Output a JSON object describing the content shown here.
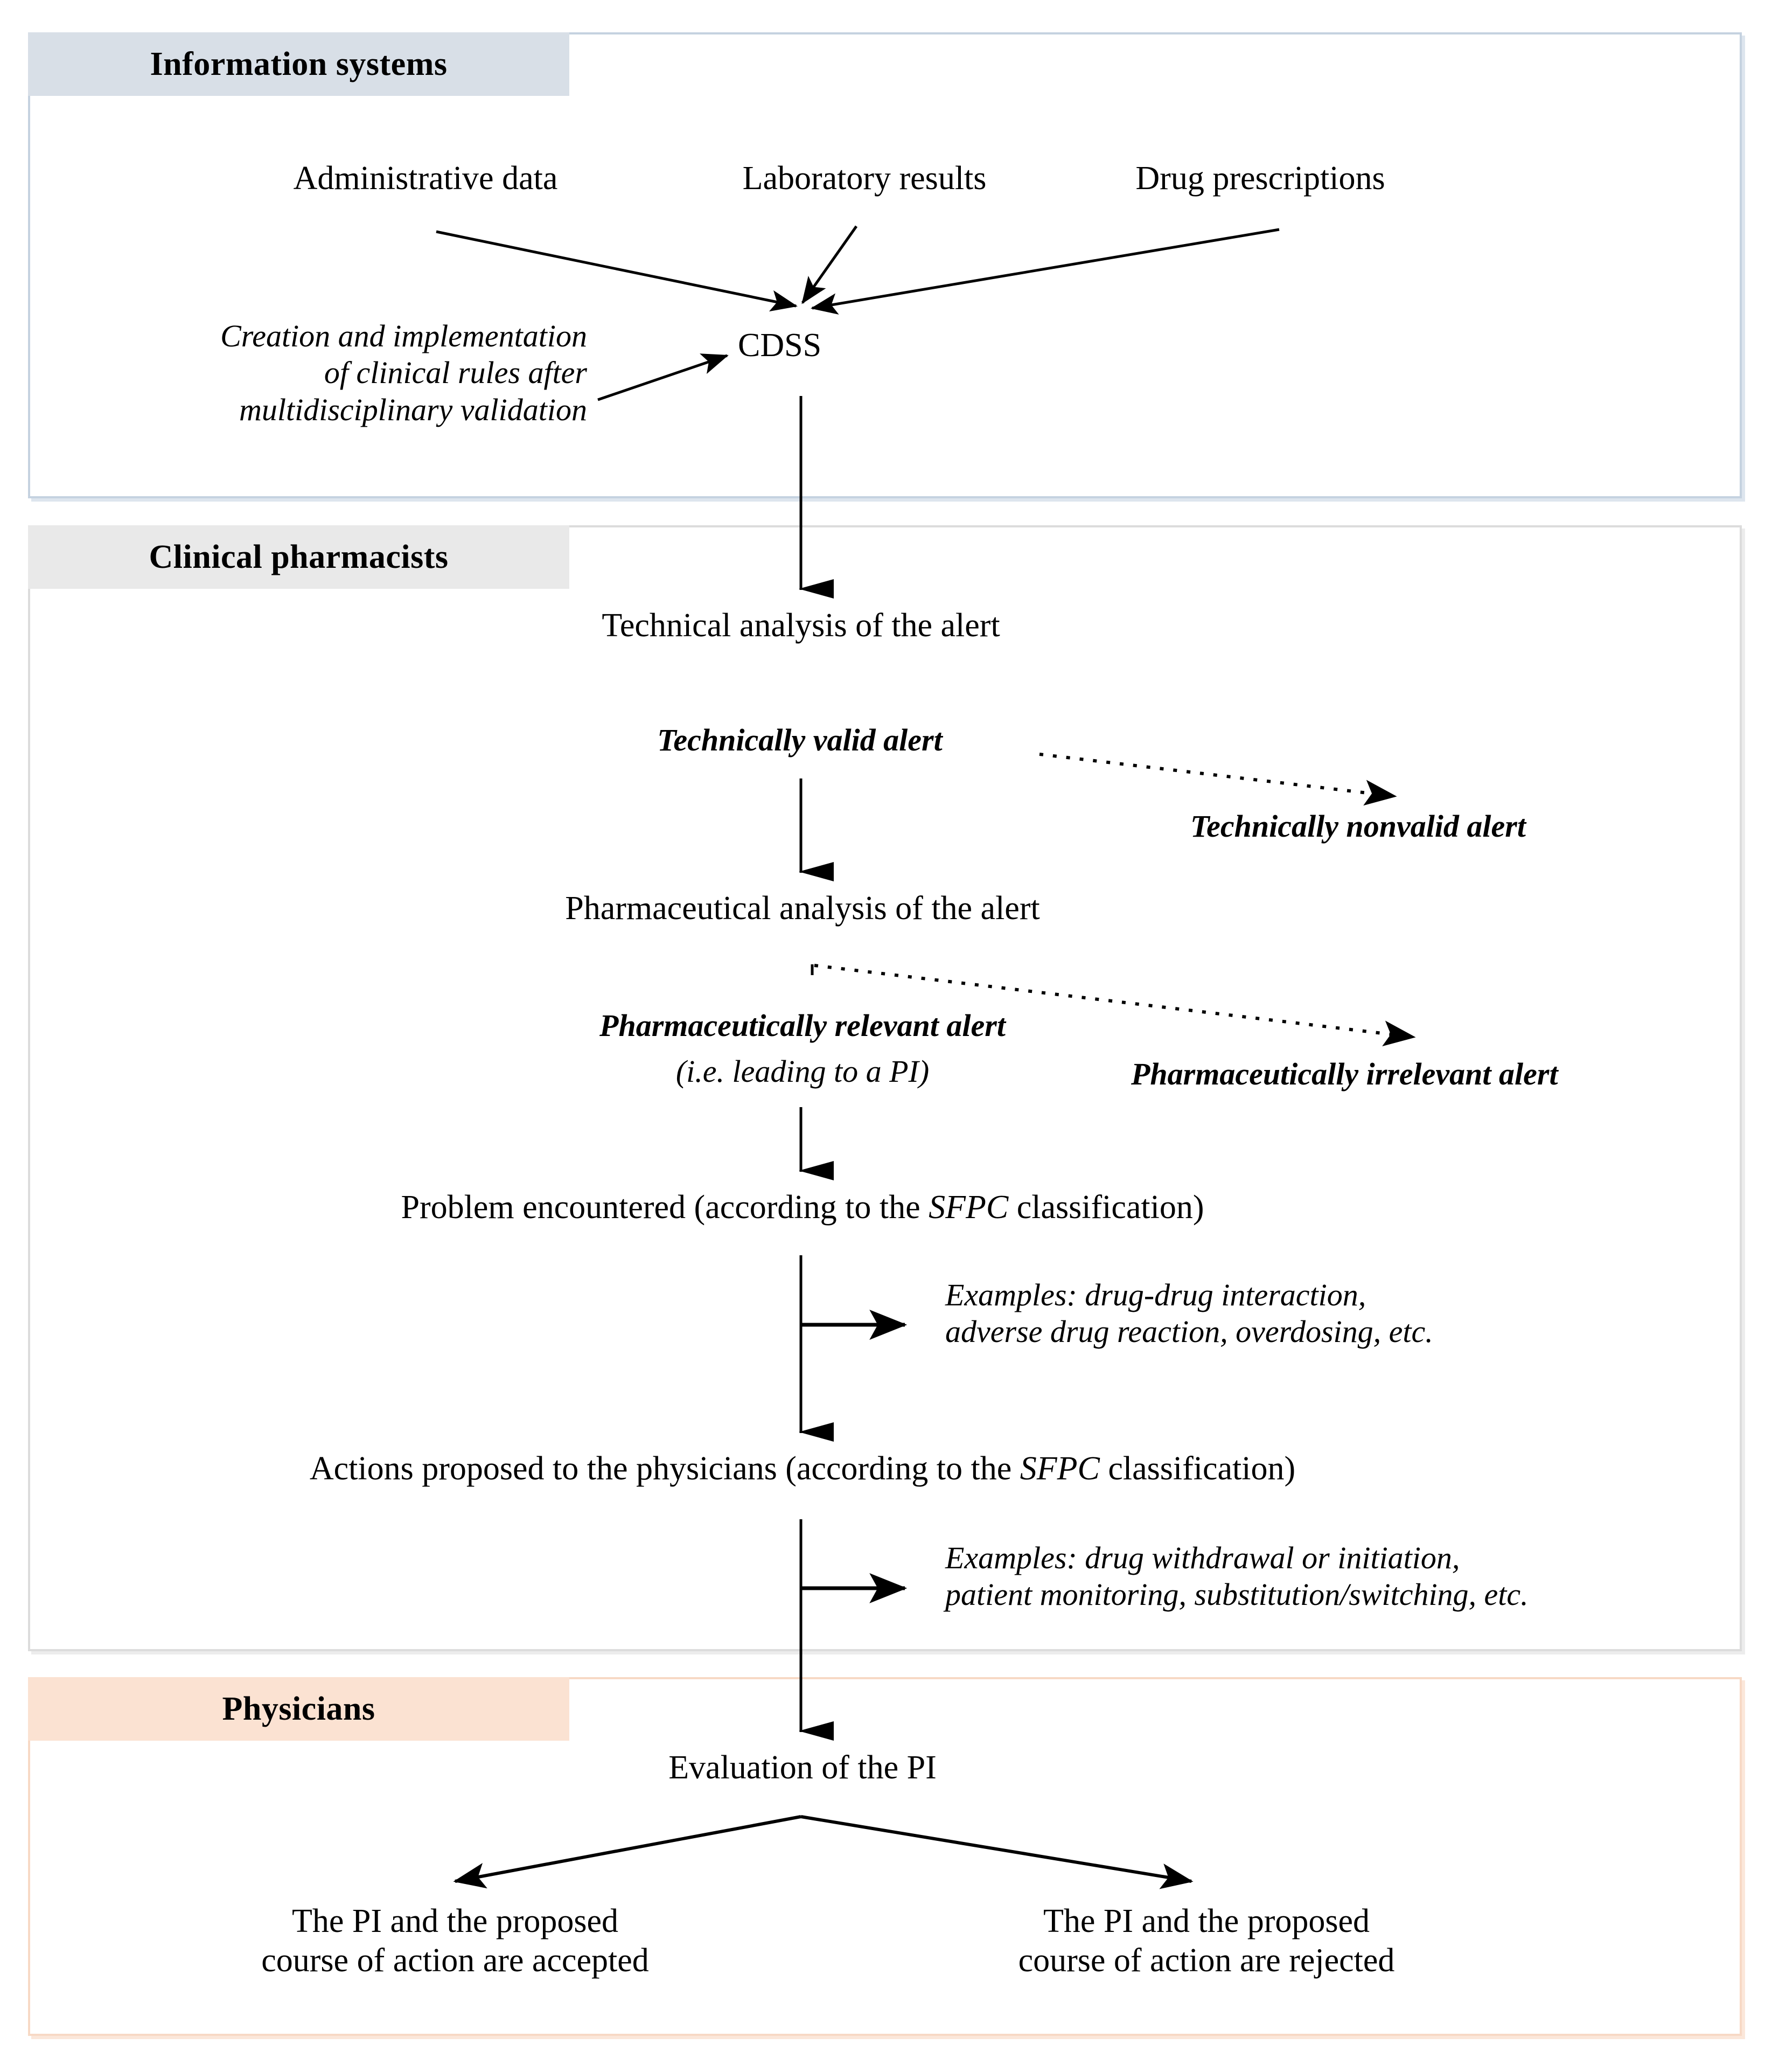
{
  "figure": {
    "type": "flowchart",
    "title": "CDSS alert handling workflow",
    "colors": {
      "lane_information_systems_bg": "#d8dfe7",
      "lane_information_systems_border": "#c5d2e0",
      "lane_clinical_pharmacists_bg": "#e9e9e9",
      "lane_clinical_pharmacists_border": "#dcdcdc",
      "lane_physicians_bg": "#fbe2d2",
      "lane_physicians_border": "#f7d9c5",
      "connector": "#000000",
      "text": "#000000"
    }
  },
  "lanes": [
    {
      "id": "information-systems",
      "title": "Information systems"
    },
    {
      "id": "clinical-pharmacists",
      "title": "Clinical  pharmacists"
    },
    {
      "id": "physicians",
      "title": "Physicians"
    }
  ],
  "nodes": {
    "administrative_data": "Administrative data",
    "laboratory_results": "Laboratory results",
    "drug_prescriptions": "Drug prescriptions",
    "clinical_rules": "Creation and implementation\nof clinical rules after\nmultidisciplinary validation",
    "cdss": "CDSS",
    "technical_analysis": "Technical analysis of the alert",
    "technically_valid": "Technically valid alert",
    "technically_nonvalid": "Technically nonvalid alert",
    "pharmaceutical_analysis": "Pharmaceutical analysis of the alert",
    "pharma_relevant": "Pharmaceutically relevant alert",
    "pharma_relevant_sub": "(i.e.  leading to a PI)",
    "pharma_irrelevant": "Pharmaceutically irrelevant alert",
    "problem_encountered_a": "Problem encountered (according to the ",
    "problem_encountered_b": "SFPC",
    "problem_encountered_c": " classification)",
    "problem_examples": "Examples: drug-drug interaction,\nadverse drug reaction, overdosing, etc.",
    "actions_proposed_a": "Actions proposed to the physicians (according to the ",
    "actions_proposed_b": "SFPC",
    "actions_proposed_c": " classification)",
    "action_examples": "Examples: drug withdrawal or initiation,\npatient monitoring, substitution/switching, etc.",
    "evaluation_pi": "Evaluation of the PI",
    "outcome_accepted": "The PI and the proposed\ncourse of action are accepted",
    "outcome_rejected": "The PI and the proposed\ncourse of action are rejected"
  },
  "connectors": [
    {
      "id": "administrative-data-to-cdss",
      "style": "solid",
      "label": ""
    },
    {
      "id": "laboratory-results-to-cdss",
      "style": "solid",
      "label": ""
    },
    {
      "id": "drug-prescriptions-to-cdss",
      "style": "solid",
      "label": ""
    },
    {
      "id": "clinical-rules-to-cdss",
      "style": "solid",
      "label": ""
    },
    {
      "id": "cdss-to-technical-analysis",
      "style": "solid",
      "label": ""
    },
    {
      "id": "technically-valid-to-pharm-analysis",
      "style": "solid",
      "label": ""
    },
    {
      "id": "technically-valid-to-nonvalid",
      "style": "dashed",
      "label": ""
    },
    {
      "id": "pharm-analysis-to-relevant",
      "style": "dashed",
      "label": ""
    },
    {
      "id": "relevant-to-problem",
      "style": "solid",
      "label": ""
    },
    {
      "id": "problem-to-examples",
      "style": "solid",
      "label": ""
    },
    {
      "id": "problem-to-actions",
      "style": "solid",
      "label": ""
    },
    {
      "id": "actions-to-examples",
      "style": "solid",
      "label": ""
    },
    {
      "id": "actions-to-evaluation",
      "style": "solid",
      "label": ""
    },
    {
      "id": "evaluation-to-accepted",
      "style": "solid",
      "label": ""
    },
    {
      "id": "evaluation-to-rejected",
      "style": "solid",
      "label": ""
    }
  ]
}
